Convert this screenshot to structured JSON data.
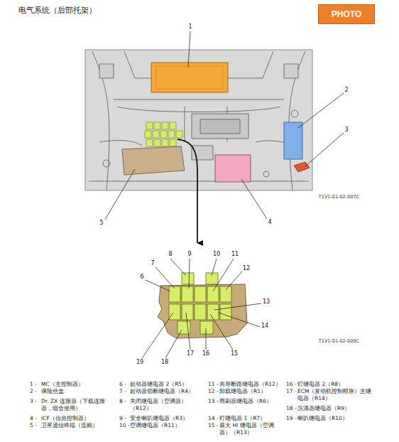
{
  "diagram": {
    "title": "电气系统（后部托架）",
    "nodes": [
      {
        "text": [
          "PHOTO"
        ]
      }
    ],
    "labels": [
      "1",
      "2",
      "3",
      "4",
      "5",
      "T1V1-01-02-007C",
      "6",
      "7",
      "8",
      "9",
      "10",
      "11",
      "12",
      "13",
      "14",
      "15",
      "16",
      "17",
      "18",
      "19",
      "T1V1-01-02-009C",
      "1 -",
      "MC（主控制器）",
      "2 -",
      "保险丝盒",
      "3 -",
      "Dr. ZX 连接器（下载连接器，组合使用）",
      "4 -",
      "ICF（信息控制器）",
      "5 -",
      "卫星通信终端（选购）",
      "6 -",
      "起动器继电器 2（R5）",
      "7 -",
      "起动器切断继电器（R4）",
      "8 -",
      "关闭继电器（空调器）（R12）",
      "9 -",
      "安全喇叭继电器（R3）",
      "10 -",
      "空调继电器（R11）",
      "11 -",
      "先导断路继电器（R12）",
      "12 -",
      "卸载继电器（R1）",
      "13 -",
      "雨刷器继电器（R6）",
      "14 -",
      "灯继电器 1（R7）",
      "15 -",
      "最大 HI 继电器（空调器）（R13）",
      "16 -",
      "灯继电器 2（R8）",
      "17 -",
      "ECM（发动机控制模块）主继电器（R14）",
      "18 -",
      "洗涤器继电器（R9）",
      "19 -",
      "喇叭继电器（R10）"
    ]
  }
}
